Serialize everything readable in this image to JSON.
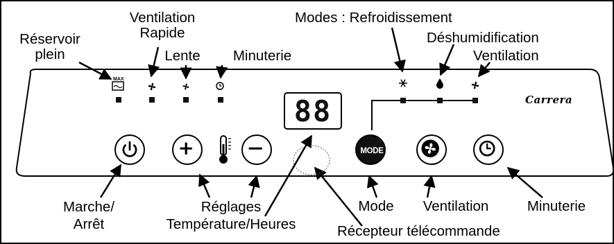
{
  "indicators": {
    "tank_full": "Réservoir\nplein",
    "ventilation_rapide": "Ventilation\nRapide",
    "lente": "Lente",
    "minuterie_top": "Minuterie"
  },
  "modes": {
    "heading": "Modes : Refroidissement",
    "deshumidification": "Déshumidification",
    "ventilation": "Ventilation"
  },
  "panel": {
    "brand": "Carrera",
    "display_value": "88",
    "tank_max_text": "MAX",
    "mode_button_text": "MODE"
  },
  "buttons": {
    "power": "Marche/\nArrêt",
    "reglages": "Réglages\nTempérature/Heures",
    "mode": "Mode",
    "ventilation": "Ventilation",
    "minuterie": "Minuterie"
  },
  "receiver": "Récepteur télécommande",
  "icons": {
    "tank": "water-tank-max-icon",
    "fan_fast": "fan-icon",
    "fan_slow": "fan-icon",
    "timer": "clock-icon",
    "snowflake": "snowflake-icon",
    "droplet": "droplet-icon",
    "fan_mode": "fan-icon",
    "thermometer": "thermometer-icon",
    "power": "power-icon",
    "plus": "plus-icon",
    "minus": "minus-icon",
    "fan_button": "fan-icon",
    "timer_button": "clock-icon"
  }
}
